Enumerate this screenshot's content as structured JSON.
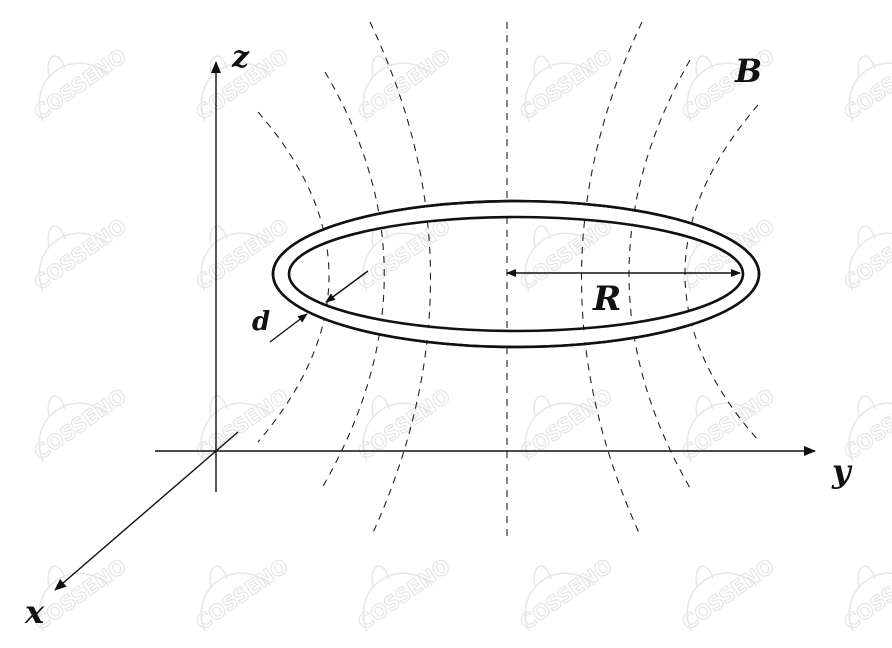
{
  "labels": {
    "axis_z": "z",
    "axis_y": "y",
    "axis_x": "x",
    "field": "B",
    "radius": "R",
    "thickness": "d"
  },
  "watermark": {
    "text": "COSSENO",
    "color": "#e6e6e6"
  },
  "colors": {
    "ink": "#111111",
    "field_lines": "#222222"
  }
}
